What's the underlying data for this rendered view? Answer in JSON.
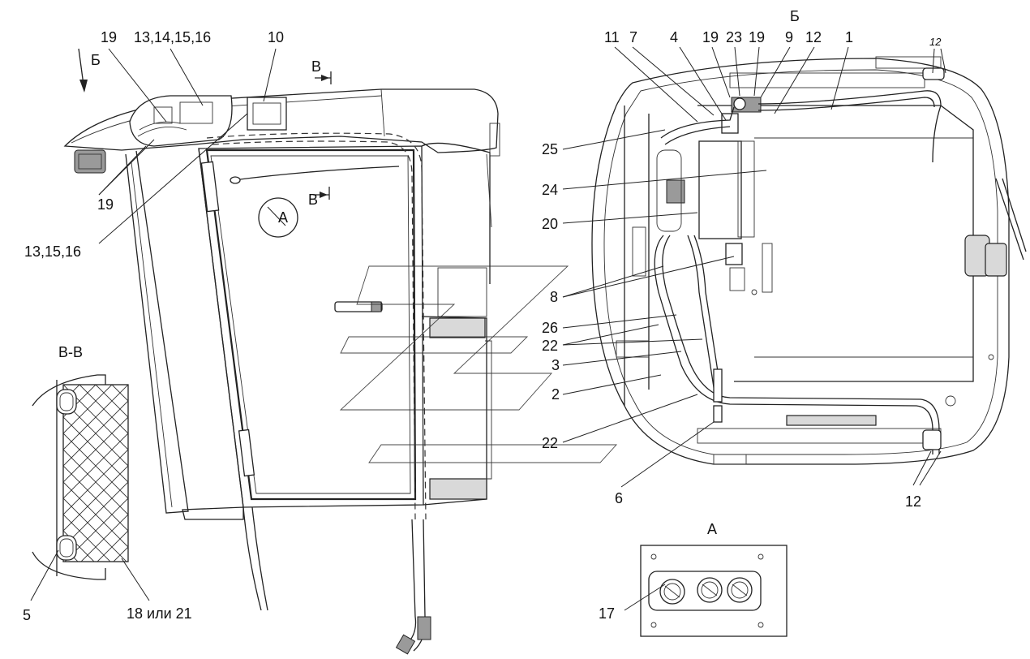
{
  "callouts": {
    "left_view": {
      "l19a": "19",
      "l13_14_15_16": "13,14,15,16",
      "l10": "10",
      "l19b": "19",
      "l13_15_16": "13,15,16",
      "lB_arrow": "Б",
      "lV_top": "В",
      "lV_mid": "В",
      "lA_view": "А"
    },
    "section_vv": {
      "title": "В-В",
      "l5": "5",
      "l18_21": "18 или 21"
    },
    "right_view": {
      "lB_top": "Б",
      "l11": "11",
      "l7": "7",
      "l4": "4",
      "l19a": "19",
      "l23": "23",
      "l19b": "19",
      "l9": "9",
      "l12a": "12",
      "l1": "1",
      "l12_italic": "12",
      "l25": "25",
      "l24": "24",
      "l20": "20",
      "l8": "8",
      "l26": "26",
      "l22a": "22",
      "l3": "3",
      "l2": "2",
      "l22b": "22",
      "l6": "6",
      "l12b": "12"
    },
    "panel_a": {
      "title": "А",
      "l17": "17"
    }
  }
}
